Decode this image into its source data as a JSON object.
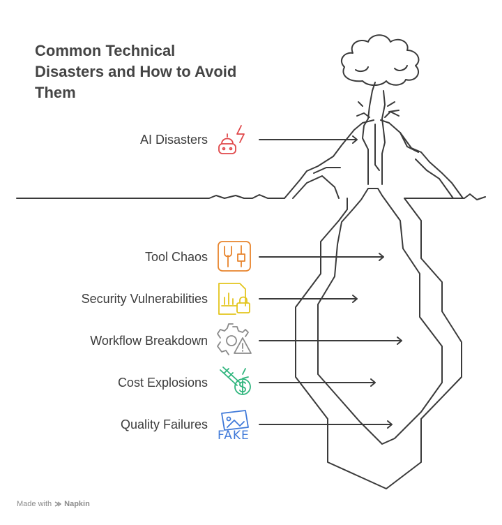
{
  "title": "Common Technical Disasters and How to Avoid Them",
  "items": [
    {
      "label": "AI Disasters",
      "icon": "robot-alert-icon",
      "color": "#e0484a"
    },
    {
      "label": "Tool Chaos",
      "icon": "wrench-tools-icon",
      "color": "#e8842c"
    },
    {
      "label": "Security Vulnerabilities",
      "icon": "locked-document-icon",
      "color": "#e3c51d"
    },
    {
      "label": "Workflow Breakdown",
      "icon": "gear-warning-icon",
      "color": "#8a8a8a"
    },
    {
      "label": "Cost Explosions",
      "icon": "dollar-explosion-icon",
      "color": "#2fb57d"
    },
    {
      "label": "Quality Failures",
      "icon": "fake-image-icon",
      "color": "#3f79d9"
    }
  ],
  "fake_text": "FAKE",
  "footer": {
    "made_with": "Made with",
    "brand": "Napkin"
  }
}
